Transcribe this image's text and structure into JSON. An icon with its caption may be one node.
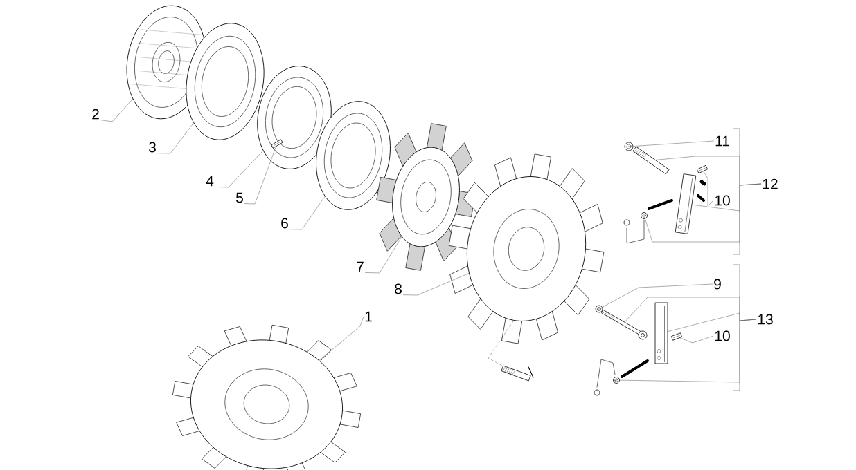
{
  "diagram": {
    "nodes": [
      {
        "text": [
          "2"
        ]
      },
      {
        "text": [],
        "shape": "picture"
      },
      {
        "text": [
          "3"
        ]
      },
      {
        "text": [],
        "shape": "picture"
      },
      {
        "text": [
          "4"
        ]
      },
      {
        "text": [],
        "shape": "picture"
      },
      {
        "text": [
          "5"
        ]
      },
      {
        "text": [],
        "shape": "picture",
        "in": 5
      },
      {
        "text": [
          "6"
        ]
      },
      {
        "text": [],
        "shape": "picture"
      },
      {
        "text": [
          "11"
        ]
      },
      {
        "text": [],
        "shape": "picture"
      },
      {
        "text": [],
        "shape": "picture"
      },
      {
        "text": [
          "12"
        ]
      },
      {
        "text": [],
        "shape": "picture"
      },
      {
        "text": [
          "10"
        ]
      },
      {
        "text": [],
        "shape": "picture"
      },
      {
        "text": [],
        "shape": "picture"
      },
      {
        "text": [
          "7"
        ]
      },
      {
        "text": [],
        "shape": "picture"
      },
      {
        "text": [
          "8"
        ]
      },
      {
        "text": [],
        "shape": "picture"
      },
      {
        "text": [
          "9"
        ]
      },
      {
        "text": [],
        "shape": "picture"
      },
      {
        "text": [],
        "shape": "picture"
      },
      {
        "text": [
          "13"
        ]
      },
      {
        "text": [],
        "shape": "picture"
      },
      {
        "text": [
          "10"
        ]
      },
      {
        "text": [],
        "shape": "picture"
      },
      {
        "text": [],
        "shape": "picture"
      },
      {
        "text": [
          "1"
        ]
      },
      {
        "text": [],
        "shape": "picture"
      },
      {
        "text": [],
        "shape": "picture"
      }
    ],
    "edges": [
      {
        "from": 0,
        "to": 1,
        "arrow": "none"
      },
      {
        "from": 2,
        "to": 3,
        "arrow": "none"
      },
      {
        "from": 4,
        "to": 5,
        "arrow": "none"
      },
      {
        "from": 6,
        "to": 7,
        "arrow": "none"
      },
      {
        "from": 8,
        "to": 9,
        "arrow": "none"
      },
      {
        "from": 10,
        "to": 11,
        "arrow": "none"
      },
      {
        "from": 13,
        "to": 12,
        "arrow": "none"
      },
      {
        "from": 15,
        "to": 14,
        "arrow": "none"
      },
      {
        "from": 13,
        "to": 16,
        "arrow": "none"
      },
      {
        "from": 13,
        "to": 17,
        "arrow": "none"
      },
      {
        "from": 18,
        "to": 19,
        "arrow": "none"
      },
      {
        "from": 20,
        "to": 21,
        "arrow": "none"
      },
      {
        "from": 22,
        "to": 23,
        "arrow": "none"
      },
      {
        "from": 25,
        "to": 24,
        "arrow": "none"
      },
      {
        "from": 25,
        "to": 26,
        "arrow": "none"
      },
      {
        "from": 27,
        "to": 28,
        "arrow": "none"
      },
      {
        "from": 25,
        "to": 29,
        "arrow": "none"
      },
      {
        "from": 30,
        "to": 32,
        "arrow": "none"
      },
      {
        "from": 21,
        "to": 31,
        "arrow": "none",
        "style": "dashed"
      }
    ]
  }
}
